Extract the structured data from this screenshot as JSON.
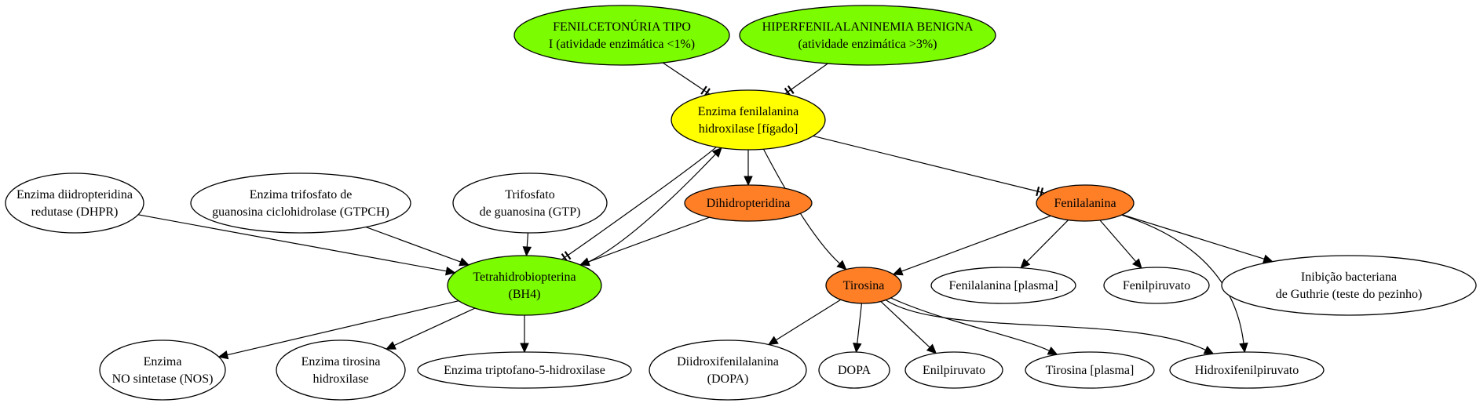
{
  "diagram": {
    "colors": {
      "green": "#7cfc00",
      "yellow": "#ffff00",
      "orange": "#ff7f27",
      "white": "#ffffff",
      "stroke": "#000000"
    },
    "nodes": {
      "pku": {
        "lines": [
          "FENILCETONÚRIA TIPO",
          "I (atividade enzimática <1%)"
        ],
        "fill": "green"
      },
      "hyper": {
        "lines": [
          "HIPERFENILALANINEMIA BENIGNA",
          "(atividade enzimática >3%)"
        ],
        "fill": "green"
      },
      "pah": {
        "lines": [
          "Enzima fenilalanina",
          "hidroxilase [fígado]"
        ],
        "fill": "yellow"
      },
      "dhpr": {
        "lines": [
          "Enzima diidropteridina",
          "redutase (DHPR)"
        ],
        "fill": "white"
      },
      "gtpch": {
        "lines": [
          "Enzima trifosfato de",
          "guanosina ciclohidrolase (GTPCH)"
        ],
        "fill": "white"
      },
      "gtp": {
        "lines": [
          "Trifosfato",
          "de guanosina (GTP)"
        ],
        "fill": "white"
      },
      "dihidro": {
        "lines": [
          "Dihidropteridina"
        ],
        "fill": "orange"
      },
      "fenil": {
        "lines": [
          "Fenilalanina"
        ],
        "fill": "orange"
      },
      "bh4": {
        "lines": [
          "Tetrahidrobiopterina",
          "(BH4)"
        ],
        "fill": "green"
      },
      "tirosina": {
        "lines": [
          "Tirosina"
        ],
        "fill": "orange"
      },
      "fenplasma": {
        "lines": [
          "Fenilalanina [plasma]"
        ],
        "fill": "white"
      },
      "fenpir": {
        "lines": [
          "Fenilpiruvato"
        ],
        "fill": "white"
      },
      "guthrie": {
        "lines": [
          "Inibição bacteriana",
          "de Guthrie (teste do pezinho)"
        ],
        "fill": "white"
      },
      "nos": {
        "lines": [
          "Enzima",
          "NO sintetase (NOS)"
        ],
        "fill": "white"
      },
      "tirhid": {
        "lines": [
          "Enzima tirosina",
          "hidroxilase"
        ],
        "fill": "white"
      },
      "trip": {
        "lines": [
          "Enzima triptofano-5-hidroxilase"
        ],
        "fill": "white"
      },
      "dopa_long": {
        "lines": [
          "Diidroxifenilalanina",
          "(DOPA)"
        ],
        "fill": "white"
      },
      "dopa": {
        "lines": [
          "DOPA"
        ],
        "fill": "white"
      },
      "enilpir": {
        "lines": [
          "Enilpiruvato"
        ],
        "fill": "white"
      },
      "tirplasma": {
        "lines": [
          "Tirosina [plasma]"
        ],
        "fill": "white"
      },
      "hidroxi": {
        "lines": [
          "Hidroxifenilpiruvato"
        ],
        "fill": "white"
      }
    },
    "edges": [
      {
        "from": "pku",
        "to": "pah",
        "type": "tee"
      },
      {
        "from": "hyper",
        "to": "pah",
        "type": "tee"
      },
      {
        "from": "pah",
        "to": "dihidro",
        "type": "arrow"
      },
      {
        "from": "pah",
        "to": "fenil",
        "type": "tee"
      },
      {
        "from": "pah",
        "to": "tirosina",
        "type": "arrow"
      },
      {
        "from": "pah",
        "to": "bh4",
        "type": "tee"
      },
      {
        "from": "bh4",
        "to": "pah",
        "type": "arrow"
      },
      {
        "from": "dhpr",
        "to": "bh4",
        "type": "arrow"
      },
      {
        "from": "gtpch",
        "to": "bh4",
        "type": "arrow"
      },
      {
        "from": "gtp",
        "to": "bh4",
        "type": "arrow"
      },
      {
        "from": "dihidro",
        "to": "bh4",
        "type": "arrow"
      },
      {
        "from": "fenil",
        "to": "tirosina",
        "type": "arrow"
      },
      {
        "from": "fenil",
        "to": "fenplasma",
        "type": "arrow"
      },
      {
        "from": "fenil",
        "to": "fenpir",
        "type": "arrow"
      },
      {
        "from": "fenil",
        "to": "guthrie",
        "type": "arrow"
      },
      {
        "from": "fenil",
        "to": "hidroxi",
        "type": "arrow"
      },
      {
        "from": "bh4",
        "to": "nos",
        "type": "arrow"
      },
      {
        "from": "bh4",
        "to": "tirhid",
        "type": "arrow"
      },
      {
        "from": "bh4",
        "to": "trip",
        "type": "arrow"
      },
      {
        "from": "tirosina",
        "to": "dopa_long",
        "type": "arrow"
      },
      {
        "from": "tirosina",
        "to": "dopa",
        "type": "arrow"
      },
      {
        "from": "tirosina",
        "to": "enilpir",
        "type": "arrow"
      },
      {
        "from": "tirosina",
        "to": "tirplasma",
        "type": "arrow"
      },
      {
        "from": "tirosina",
        "to": "hidroxi",
        "type": "arrow"
      }
    ]
  }
}
